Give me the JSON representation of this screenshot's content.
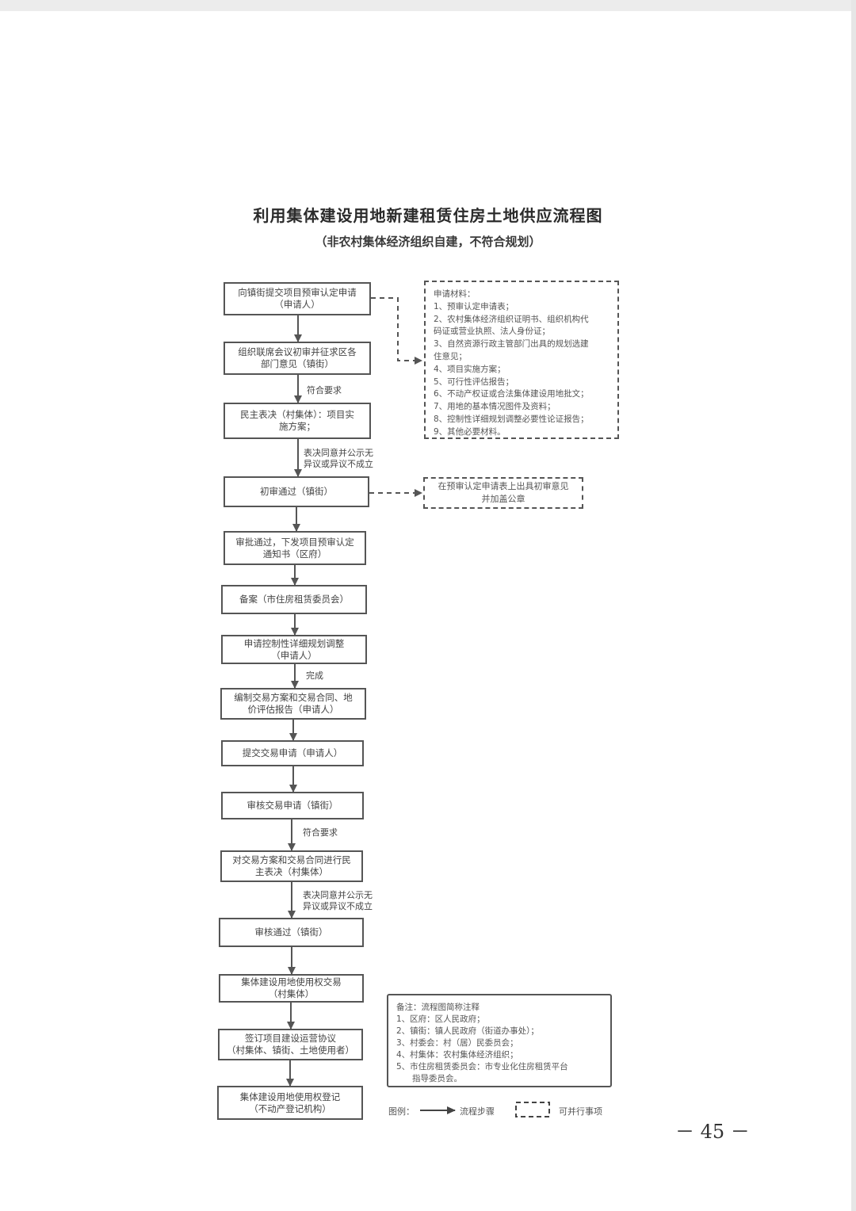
{
  "title": "利用集体建设用地新建租赁住房土地供应流程图",
  "subtitle": "（非农村集体经济组织自建，不符合规划）",
  "steps": [
    "向镇街提交项目预审认定申请\n（申请人）",
    "组织联席会议初审并征求区各\n部门意见（镇街）",
    "民主表决（村集体）：项目实\n施方案；",
    "初审通过（镇街）",
    "审批通过，下发项目预审认定\n通知书（区府）",
    "备案（市住房租赁委员会）",
    "申请控制性详细规划调整\n（申请人）",
    "编制交易方案和交易合同、地\n价评估报告（申请人）",
    "提交交易申请（申请人）",
    "审核交易申请（镇街）",
    "对交易方案和交易合同进行民\n主表决（村集体）",
    "审核通过（镇街）",
    "集体建设用地使用权交易\n（村集体）",
    "签订项目建设运营协议\n（村集体、镇街、土地使用者）",
    "集体建设用地使用权登记\n（不动产登记机构）"
  ],
  "arrow_labels": {
    "meets_requirements_1": "符合要求",
    "vote_pass_1": "表决同意并公示无\n异议或异议不成立",
    "complete": "完成",
    "meets_requirements_2": "符合要求",
    "vote_pass_2": "表决同意并公示无\n异议或异议不成立"
  },
  "materials": {
    "heading": "申请材料：",
    "items": [
      "1、预审认定申请表；",
      "2、农村集体经济组织证明书、组织机构代",
      "码证或营业执照、法人身份证；",
      "3、自然资源行政主管部门出具的规划选建",
      "住意见；",
      "4、项目实施方案；",
      "5、可行性评估报告；",
      "6、不动产权证或合法集体建设用地批文；",
      "7、用地的基本情况图件及资料；",
      "8、控制性详细规划调整必要性论证报告；",
      "9、其他必要材料。"
    ]
  },
  "prelim_note": "在预审认定申请表上出具初审意见\n并加盖公章",
  "notes": {
    "heading": "备注：流程图简称注释",
    "items": [
      "1、区府：区人民政府；",
      "2、镇街：镇人民政府（街道办事处）；",
      "3、村委会：村（居）民委员会；",
      "4、村集体：农村集体经济组织；",
      "5、市住房租赁委员会：市专业化住房租赁平台",
      "      指导委员会。"
    ]
  },
  "legend": {
    "label": "图例：",
    "flow": "流程步骤",
    "parallel": "可并行事项"
  },
  "page_number": "－ 45 －"
}
